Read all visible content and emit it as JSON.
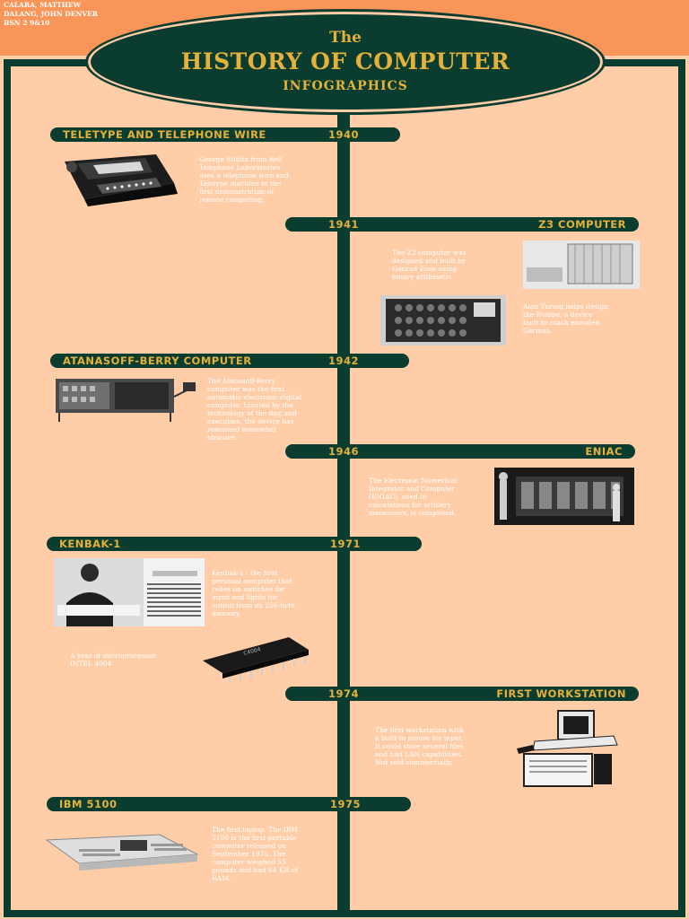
{
  "authors": [
    "CALARA, MATTHEW",
    "DALANG, JOHN DENVER",
    "BSN 2 9&10"
  ],
  "title": {
    "the": "The",
    "main": "HISTORY OF COMPUTER",
    "sub": "INFOGRAPHICS"
  },
  "events": [
    {
      "name": "TELETYPE AND TELEPHONE WIRE",
      "year": "1940",
      "text": [
        "George Stibitz from Bell",
        "Telephone Laboratories",
        "uses a telephone wire and",
        "Teletype machine in the",
        "first demonstration of",
        "remote computing."
      ]
    },
    {
      "name": "Z3 COMPUTER",
      "year": "1941",
      "text": [
        "The Z3 computer was",
        "designed and built by",
        "Gonrad Zuse using",
        "binary arithmetic"
      ],
      "text2": [
        "Alan Turing helps design",
        "the Bombe, a device",
        "built to crack encoded",
        "German"
      ]
    },
    {
      "name": "ATANASOFF-BERRY COMPUTER",
      "year": "1942",
      "text": [
        "The Atanasoff-Berry",
        "computer was the first",
        "automatic electronic digital",
        "computer. Limited by the",
        "technology of the day, and",
        "execution, the device has",
        "remained somewhat",
        "obscure."
      ]
    },
    {
      "name": "ENIAC",
      "year": "1946",
      "text": [
        "The Electronic Numerical",
        "Integrator and Computer",
        "(ENIAC), used in",
        "calculations for artillery",
        "maneuvers, is completed."
      ]
    },
    {
      "name": "KENBAK-1",
      "year": "1971",
      "text": [
        "Kenbak-1 - the first",
        "personal computer that",
        " relies on switches for",
        "input and lights for",
        "output from its 256-byte",
        "memory."
      ],
      "text2": [
        "A year of microprocessor",
        "INTEL 4004"
      ]
    },
    {
      "name": "FIRST WORKSTATION",
      "year": "1974",
      "text": [
        "The first workstation with",
        "a built-in mouse for input.",
        "It could store several files",
        "and had LAN capabilities.",
        "Not sold commercially."
      ]
    },
    {
      "name": "IBM 5100",
      "year": "1975",
      "text": [
        "The first laptop. The IBM",
        "5100 is the first portable",
        "computer released on",
        "September 1975. The",
        "computer weighed 55",
        "pounds and had 64 KB of",
        "RAM."
      ]
    }
  ],
  "colors": {
    "background": "#ffcda8",
    "top_band": "#f99558",
    "dark_green": "#0a3d2f",
    "gold": "#e5b13a"
  },
  "icons": [
    "teletype-machine-image",
    "z3-computer-image",
    "bombe-machine-image",
    "atanasoff-berry-computer-image",
    "eniac-image",
    "kenbak-1-image",
    "intel-4004-chip-image",
    "workstation-image",
    "ibm-5100-image"
  ]
}
